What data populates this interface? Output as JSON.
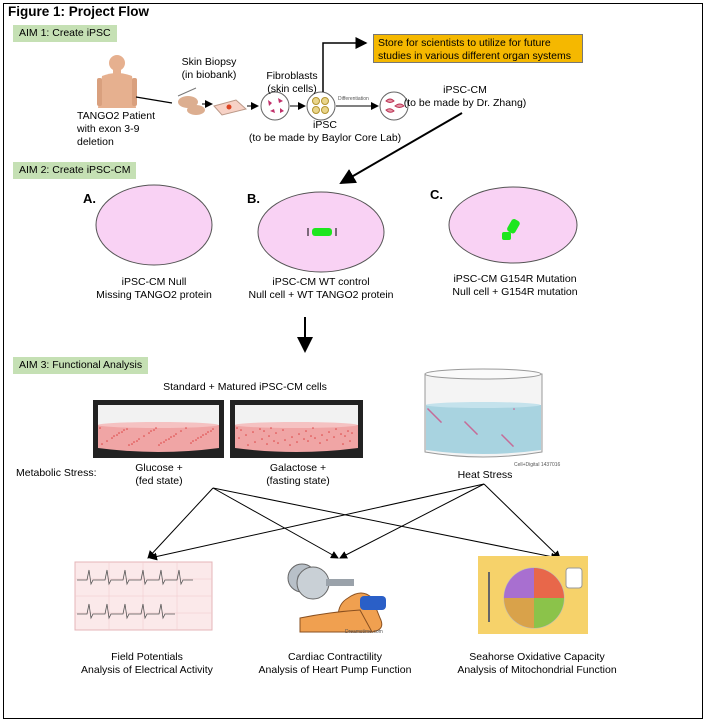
{
  "figure": {
    "title": "Figure 1:  Project Flow",
    "aim1": "AIM 1: Create iPSC",
    "aim2": "AIM 2: Create iPSC-CM",
    "aim3": "AIM 3:  Functional Analysis",
    "patient": [
      "TANGO2 Patient",
      "with exon 3-9",
      "deletion"
    ],
    "biopsy": [
      "Skin Biopsy",
      "(in biobank)"
    ],
    "fibroblasts": [
      "Fibroblasts",
      "(skin cells)"
    ],
    "ipsc": [
      "iPSC",
      "(to be made by Baylor Core Lab)"
    ],
    "ipsc_cm": [
      "iPSC-CM",
      "(to be made by Dr. Zhang)"
    ],
    "differentiation": "Differentiation",
    "store": [
      "Store for scientists to utilize for future",
      "studies in various different organ systems"
    ],
    "cells": [
      {
        "letter": "A.",
        "line1": "iPSC-CM Null",
        "line2": "Missing TANGO2 protein"
      },
      {
        "letter": "B.",
        "line1": "iPSC-CM WT control",
        "line2": "Null cell + WT TANGO2 protein"
      },
      {
        "letter": "C.",
        "line1": "iPSC-CM G154R Mutation",
        "line2": "Null cell + G154R mutation"
      }
    ],
    "cells_title": "Standard + Matured iPSC-CM cells",
    "metabolic_stress": "Metabolic Stress:",
    "dishes": [
      {
        "line1": "Glucose +",
        "line2": "(fed state)"
      },
      {
        "line1": "Galactose +",
        "line2": "(fasting state)"
      },
      {
        "line1": "Heat Stress",
        "line2": ""
      }
    ],
    "dish_credit": "Cell+Digital 1437016",
    "outcomes": [
      {
        "line1": "Field Potentials",
        "line2": "Analysis of Electrical Activity"
      },
      {
        "line1": "Cardiac Contractility",
        "line2": "Analysis of Heart Pump Function"
      },
      {
        "line1": "Seahorse Oxidative Capacity",
        "line2": "Analysis of Mitochondrial Function"
      }
    ],
    "credit": "Dreamstime.com"
  },
  "colors": {
    "aim_bg": "#c5e0b4",
    "store_bg": "#f5b800",
    "cell_fill": "#f9d2f4",
    "protein": "#1ee61e",
    "red_medium": "#f0a5a5",
    "blue_medium": "#a8d3e0"
  },
  "icons": [
    "patient-figure",
    "biopsy-hands",
    "petri-dish",
    "ecg-strip",
    "dumbbell-arm",
    "food-plate"
  ]
}
